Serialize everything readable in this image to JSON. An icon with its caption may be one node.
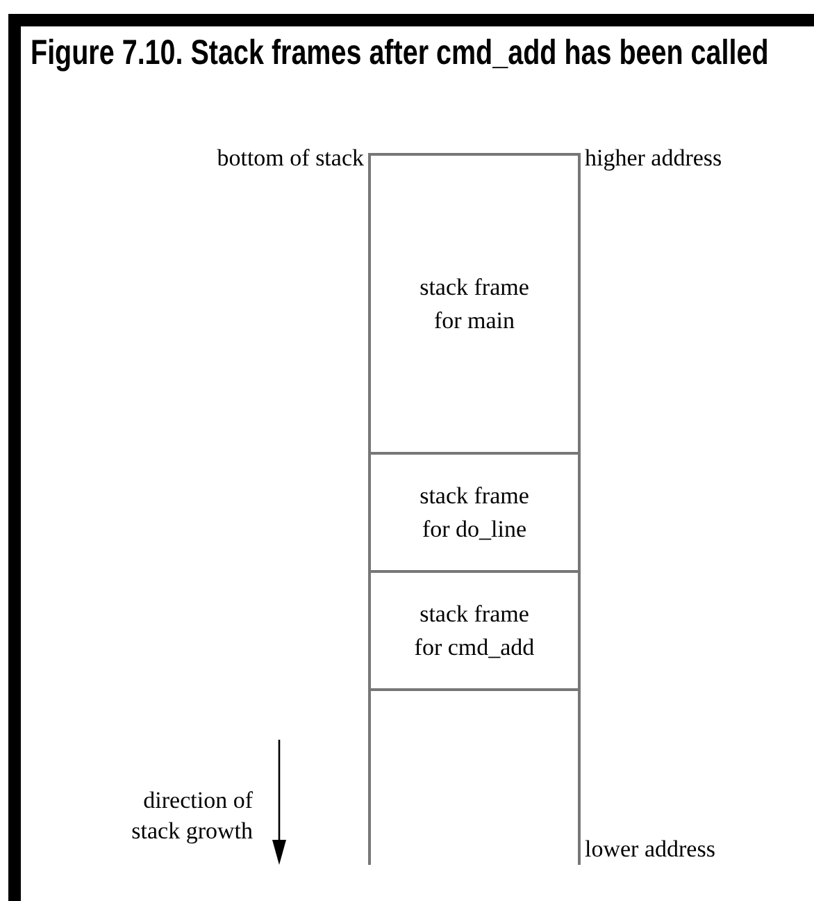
{
  "diagram": {
    "title": "Figure 7.10. Stack frames after cmd_add has been called",
    "nodes": [
      {
        "text": [
          "stack frame for main"
        ]
      },
      {
        "text": [
          "stack frame for do_line"
        ]
      },
      {
        "text": [
          "stack frame for cmd_add"
        ]
      },
      {
        "text": [],
        "shape": "box"
      }
    ],
    "edges": [],
    "labels": [
      "bottom of stack",
      "higher address",
      "direction of stack growth",
      "lower address"
    ]
  }
}
